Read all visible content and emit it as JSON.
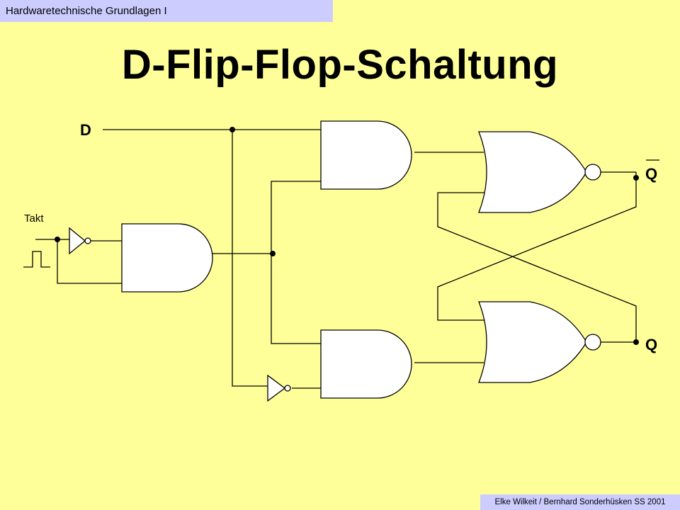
{
  "header": {
    "course": "Hardwaretechnische Grundlagen I"
  },
  "slide": {
    "title": "D-Flip-Flop-Schaltung"
  },
  "diagram": {
    "input_d": "D",
    "input_clock": "Takt",
    "output_q_bar": "Q",
    "output_q": "Q"
  },
  "footer": {
    "authors": "Elke Wilkeit / Bernhard Sonderhüsken SS 2001"
  }
}
